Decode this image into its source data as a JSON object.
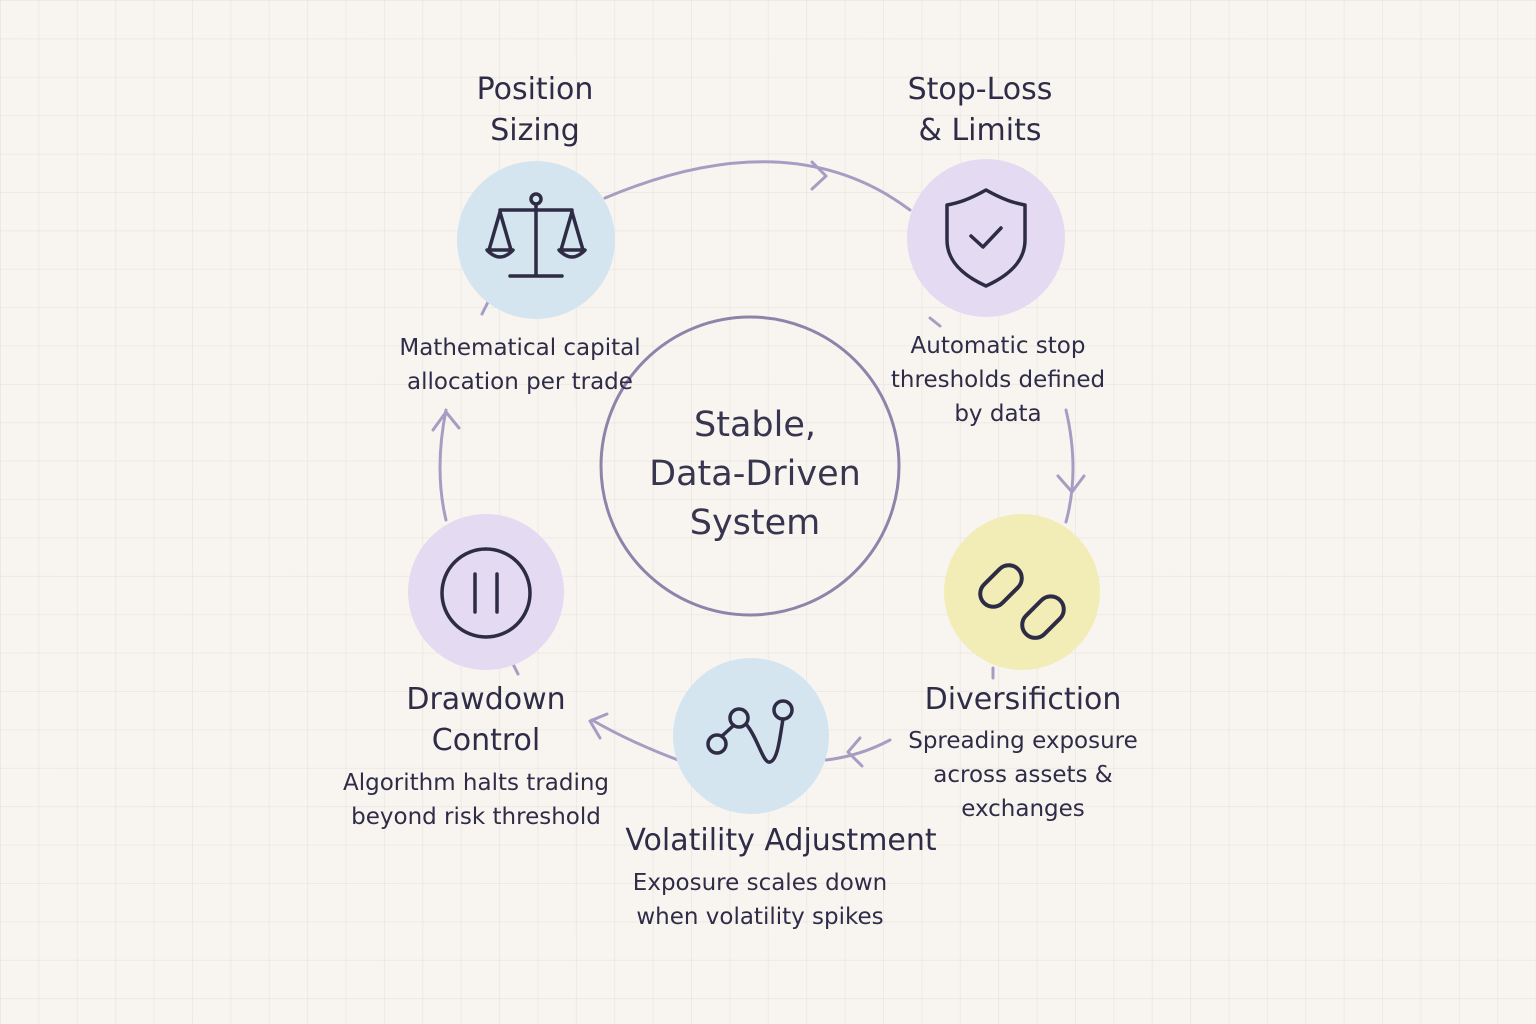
{
  "center": {
    "lines": [
      "Stable,",
      "Data-Driven",
      "System"
    ]
  },
  "nodes": [
    {
      "id": "position-sizing",
      "title_lines": [
        "Position",
        "Sizing"
      ],
      "desc_lines": [
        "Mathematical capital",
        "allocation per trade"
      ],
      "icon": "balance-scale-icon",
      "color": "#d4e5f0"
    },
    {
      "id": "stop-loss",
      "title_lines": [
        "Stop-Loss",
        "& Limits"
      ],
      "desc_lines": [
        "Automatic stop",
        "thresholds defined",
        "by data"
      ],
      "icon": "shield-check-icon",
      "color": "#e4daf2"
    },
    {
      "id": "diversification",
      "title_lines": [
        "Diversifiction"
      ],
      "desc_lines": [
        "Spreading exposure",
        "across assets &",
        "exchanges"
      ],
      "icon": "chain-link-icon",
      "color": "#f2ecb6"
    },
    {
      "id": "volatility",
      "title_lines": [
        "Volatility Adjustment"
      ],
      "desc_lines": [
        "Exposure scales down",
        "when volatility spikes"
      ],
      "icon": "volatility-curve-icon",
      "color": "#d4e5f0"
    },
    {
      "id": "drawdown",
      "title_lines": [
        "Drawdown",
        "Control"
      ],
      "desc_lines": [
        "Algorithm halts trading",
        "beyond risk threshold"
      ],
      "icon": "pause-icon",
      "color": "#e4daf2"
    }
  ],
  "colors": {
    "stroke": "#8d84aa",
    "icon": "#2e2b45",
    "text": "#2f2c47"
  }
}
